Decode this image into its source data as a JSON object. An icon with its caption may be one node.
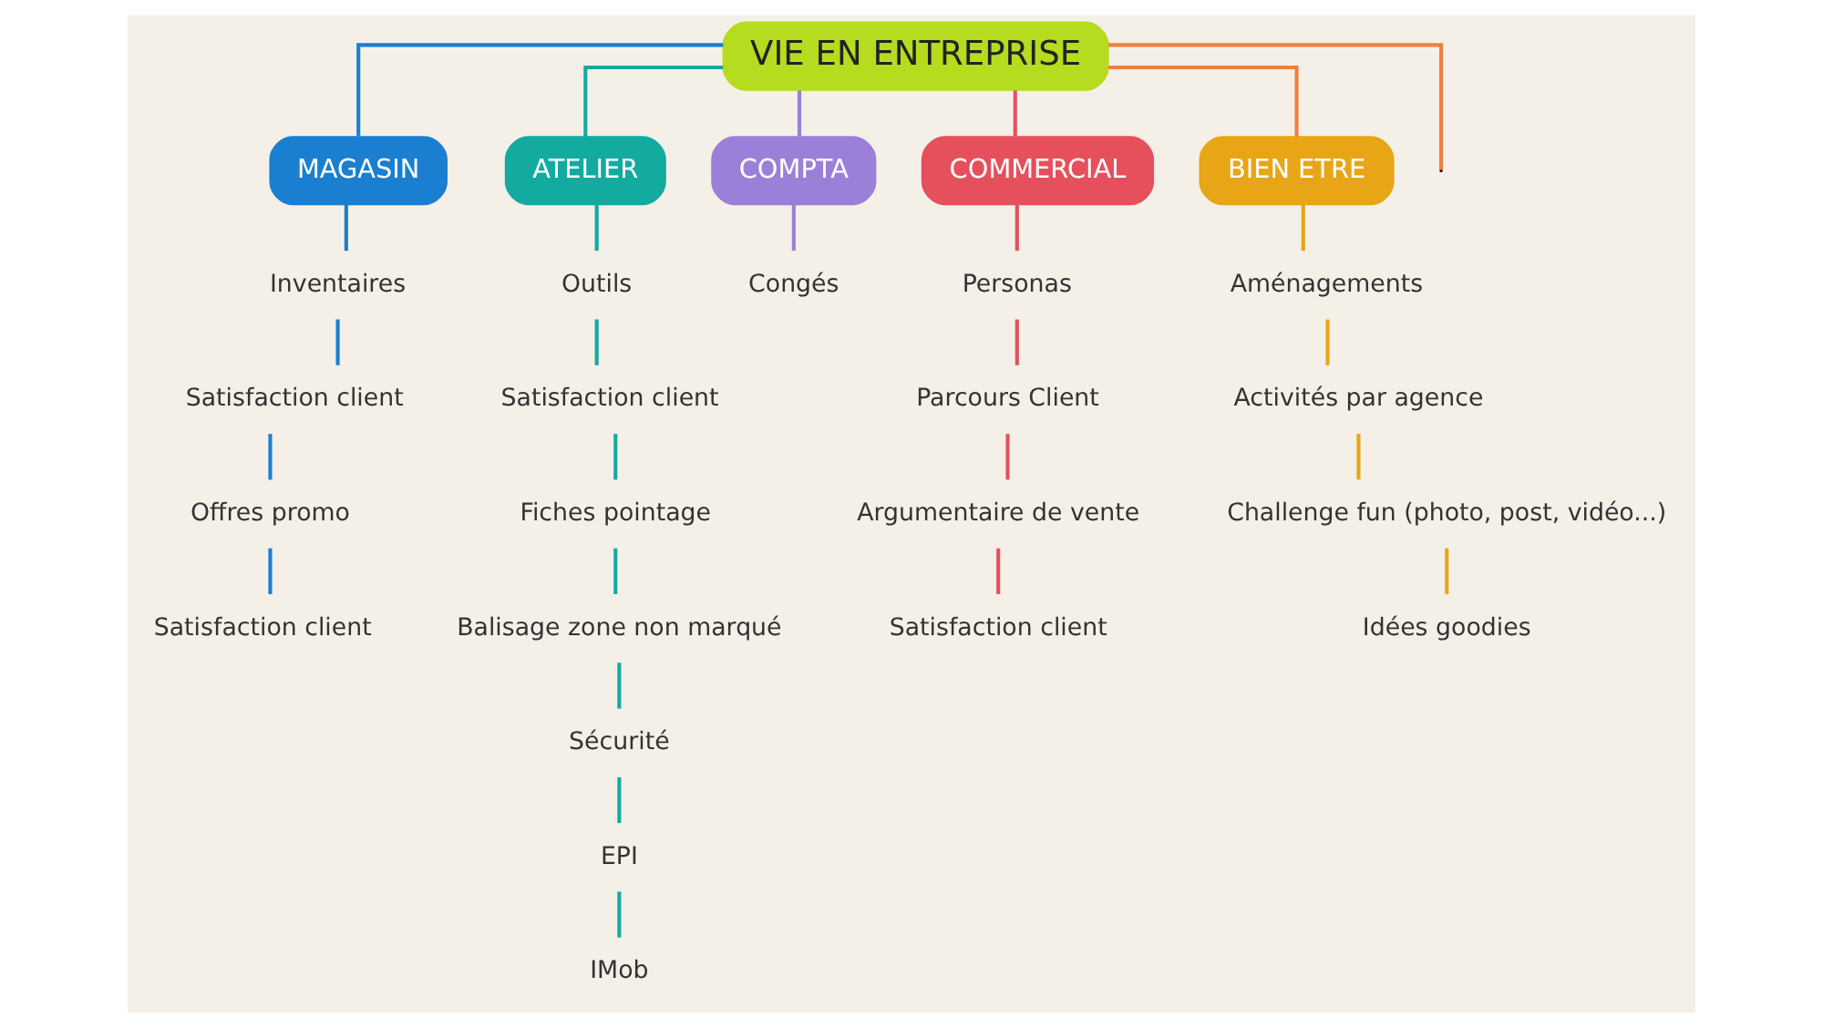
{
  "diagram": {
    "nodes": [
      {
        "text": [
          "VIE EN ENTREPRISE"
        ]
      },
      {
        "text": [
          "MAGASIN"
        ]
      },
      {
        "text": [
          "Inventaires"
        ]
      },
      {
        "text": [
          "Satisfaction client"
        ]
      },
      {
        "text": [
          "Offres promo"
        ]
      },
      {
        "text": [
          "Satisfaction client"
        ]
      },
      {
        "text": [
          "ATELIER"
        ]
      },
      {
        "text": [
          "Outils"
        ]
      },
      {
        "text": [
          "Satisfaction client"
        ]
      },
      {
        "text": [
          "Fiches pointage"
        ]
      },
      {
        "text": [
          "Balisage zone non marqué"
        ]
      },
      {
        "text": [
          "Sécurité"
        ]
      },
      {
        "text": [
          "EPI"
        ]
      },
      {
        "text": [
          "IMob"
        ]
      },
      {
        "text": [
          "COMPTA"
        ]
      },
      {
        "text": [
          "Congés"
        ]
      },
      {
        "text": [
          "COMMERCIAL"
        ]
      },
      {
        "text": [
          "Personas"
        ]
      },
      {
        "text": [
          "Parcours Client"
        ]
      },
      {
        "text": [
          "Argumentaire de vente"
        ]
      },
      {
        "text": [
          "Satisfaction client"
        ]
      },
      {
        "text": [
          "BIEN ETRE"
        ]
      },
      {
        "text": [
          "Aménagements"
        ]
      },
      {
        "text": [
          "Activités par agence"
        ]
      },
      {
        "text": [
          "Challenge fun (photo, post, vidéo...)"
        ]
      },
      {
        "text": [
          "Idées goodies"
        ]
      }
    ],
    "edges": [
      {
        "from": 0,
        "to": 1,
        "arrow": "none",
        "color": "#1a7fd0"
      },
      {
        "from": 1,
        "to": 2,
        "arrow": "none",
        "color": "#1a7fd0"
      },
      {
        "from": 2,
        "to": 3,
        "arrow": "none",
        "color": "#1a7fd0"
      },
      {
        "from": 3,
        "to": 4,
        "arrow": "none",
        "color": "#1a7fd0"
      },
      {
        "from": 4,
        "to": 5,
        "arrow": "none",
        "color": "#1a7fd0"
      },
      {
        "from": 0,
        "to": 6,
        "arrow": "none",
        "color": "#13aaa0"
      },
      {
        "from": 6,
        "to": 7,
        "arrow": "none",
        "color": "#13aaa0"
      },
      {
        "from": 7,
        "to": 8,
        "arrow": "none",
        "color": "#13aaa0"
      },
      {
        "from": 8,
        "to": 9,
        "arrow": "none",
        "color": "#13aaa0"
      },
      {
        "from": 9,
        "to": 10,
        "arrow": "none",
        "color": "#13aaa0"
      },
      {
        "from": 10,
        "to": 11,
        "arrow": "none",
        "color": "#13aaa0"
      },
      {
        "from": 11,
        "to": 12,
        "arrow": "none",
        "color": "#13aaa0"
      },
      {
        "from": 12,
        "to": 13,
        "arrow": "none",
        "color": "#13aaa0"
      },
      {
        "from": 0,
        "to": 14,
        "arrow": "none",
        "color": "#9b7fd8"
      },
      {
        "from": 14,
        "to": 15,
        "arrow": "none",
        "color": "#9b7fd8"
      },
      {
        "from": 0,
        "to": 16,
        "arrow": "none",
        "color": "#e5505c"
      },
      {
        "from": 16,
        "to": 17,
        "arrow": "none",
        "color": "#e5505c"
      },
      {
        "from": 17,
        "to": 18,
        "arrow": "none",
        "color": "#e5505c"
      },
      {
        "from": 18,
        "to": 19,
        "arrow": "none",
        "color": "#e5505c"
      },
      {
        "from": 19,
        "to": 20,
        "arrow": "none",
        "color": "#e5505c"
      },
      {
        "from": 0,
        "to": 21,
        "arrow": "none",
        "color": "#ef8040"
      },
      {
        "from": 21,
        "to": 22,
        "arrow": "none",
        "color": "#e8a516"
      },
      {
        "from": 22,
        "to": 23,
        "arrow": "none",
        "color": "#e8a516"
      },
      {
        "from": 23,
        "to": 24,
        "arrow": "none",
        "color": "#e8a516"
      },
      {
        "from": 24,
        "to": 25,
        "arrow": "none",
        "color": "#e8a516"
      },
      {
        "from": 0,
        "to": null,
        "arrow": "none",
        "color": "#ef8040"
      }
    ]
  }
}
